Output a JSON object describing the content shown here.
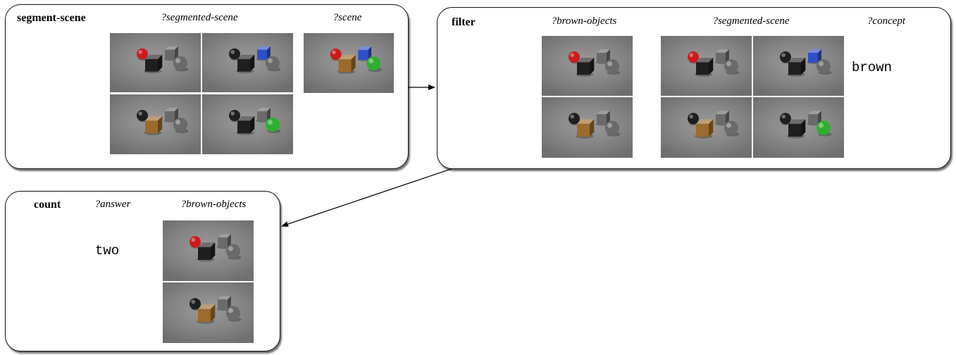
{
  "boxes": {
    "segment_scene": {
      "op": "segment-scene",
      "var1": "?segmented-scene",
      "var2": "?scene"
    },
    "filter": {
      "op": "filter",
      "var1": "?brown-objects",
      "var2": "?segmented-scene",
      "var3": "?concept",
      "value": "brown"
    },
    "count": {
      "op": "count",
      "var1": "?answer",
      "var2": "?brown-objects",
      "value": "two"
    }
  },
  "object_colors": {
    "red_sphere": "#cc1a1a",
    "blue_cube": "#2d4fc8",
    "brown_cube": "#9c6a2a",
    "green_sphere": "#2fae2f",
    "black": "#1f1f1f",
    "gray": "#6a6a6a"
  }
}
